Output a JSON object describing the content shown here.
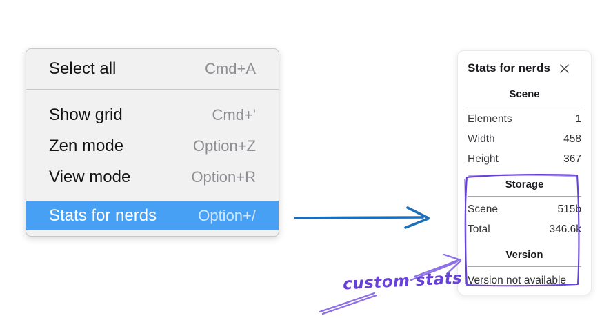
{
  "menu": {
    "highlight_color": "#47a0f4",
    "items": [
      {
        "label": "Select all",
        "shortcut": "Cmd+A"
      },
      {
        "label": "Show grid",
        "shortcut": "Cmd+'"
      },
      {
        "label": "Zen mode",
        "shortcut": "Option+Z"
      },
      {
        "label": "View mode",
        "shortcut": "Option+R"
      },
      {
        "label": "Stats for nerds",
        "shortcut": "Option+/"
      }
    ]
  },
  "flow_arrow": {
    "color": "#1c6eb8"
  },
  "stats_panel": {
    "title": "Stats for nerds",
    "close_icon": "x-mark",
    "sections": [
      {
        "heading": "Scene",
        "rows": [
          {
            "label": "Elements",
            "value": "1"
          },
          {
            "label": "Width",
            "value": "458"
          },
          {
            "label": "Height",
            "value": "367"
          }
        ]
      },
      {
        "heading": "Storage",
        "rows": [
          {
            "label": "Scene",
            "value": "515b"
          },
          {
            "label": "Total",
            "value": "346.6k"
          }
        ]
      },
      {
        "heading": "Version",
        "note": "Version not available"
      }
    ]
  },
  "annotation": {
    "label": "custom stats",
    "text_color": "#6741d9",
    "box_color": "#6741d9",
    "arrow_color": "#8d6fe6"
  }
}
